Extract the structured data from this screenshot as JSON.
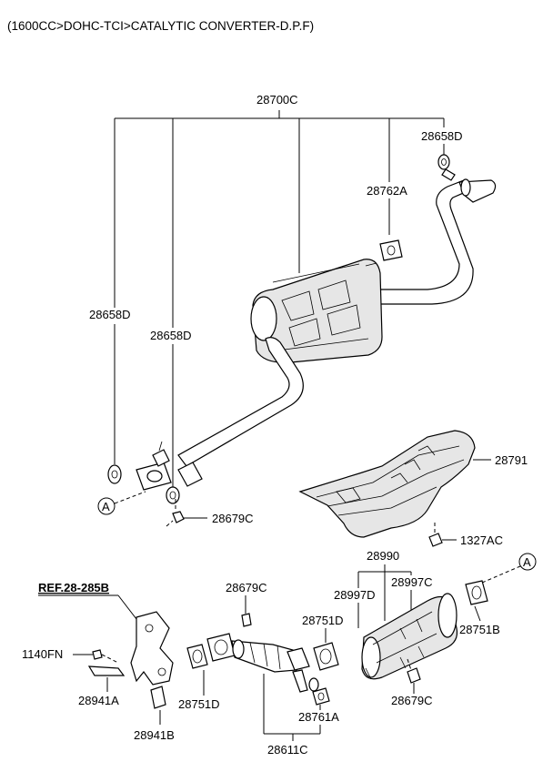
{
  "header": {
    "title": "(1600CC>DOHC-TCI>CATALYTIC CONVERTER-D.P.F)"
  },
  "labels": {
    "p28700C": "28700C",
    "p28658D_top": "28658D",
    "p28762A": "28762A",
    "p28658D_left": "28658D",
    "p28658D_mid": "28658D",
    "p28679C_1": "28679C",
    "p28791": "28791",
    "p1327AC": "1327AC",
    "p28990": "28990",
    "p28997D": "28997D",
    "p28997C": "28997C",
    "p28751B": "28751B",
    "ref": "REF.28-285B",
    "p28679C_2": "28679C",
    "p28751D_a": "28751D",
    "p1140FN": "1140FN",
    "p28941A": "28941A",
    "p28941B": "28941B",
    "p28751D_b": "28751D",
    "p28761A": "28761A",
    "p28611C": "28611C",
    "p28679C_3": "28679C"
  },
  "callouts": {
    "a_left": "A",
    "a_right": "A"
  }
}
